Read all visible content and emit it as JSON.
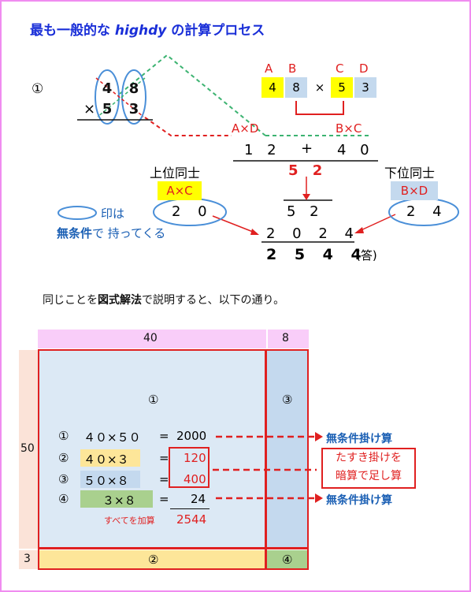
{
  "title": {
    "prefix": "最も一般的な ",
    "italic": "highdy",
    "suffix": " の計算プロセス"
  },
  "top": {
    "step_marker": "①",
    "mult_sign": "×",
    "d_top_left": "4",
    "d_top_right": "8",
    "d_bot_left": "5",
    "d_bot_right": "3",
    "letters": {
      "A": "A",
      "B": "B",
      "C": "C",
      "D": "D"
    },
    "cells": {
      "A": "4",
      "B": "8",
      "x": "×",
      "C": "5",
      "D": "3"
    },
    "axd": "A×D",
    "bxc": "B×C",
    "row_a": "1 2",
    "plus": "+",
    "row_b": "4 0",
    "upper": "上位同士",
    "lower": "下位同士",
    "axc": "A×C",
    "bxd": "B×D",
    "sum52": "5 2",
    "mid52": "5 2",
    "left20": "2 0",
    "right24": "2 4",
    "legend_mark": "印は",
    "legend_text_bold": "無条件",
    "legend_text_rest": "で 持ってくる",
    "r2024": "2 0 2 4",
    "answer": "2 5 4 4",
    "ans_label": "(答)"
  },
  "desc": {
    "pre": "同じことを",
    "bold": "図式解法",
    "post": "で説明すると、以下の通り。"
  },
  "grid": {
    "col1": "40",
    "col2": "8",
    "row1": "50",
    "row2": "3",
    "q1": "①",
    "q2": "②",
    "q3": "③",
    "q4": "④",
    "lines": [
      {
        "mark": "①",
        "expr": "４０×５０",
        "eq": "=",
        "val": "2000"
      },
      {
        "mark": "②",
        "expr": "４０×３",
        "eq": "=",
        "val": "120"
      },
      {
        "mark": "③",
        "expr": "５０×８",
        "eq": "=",
        "val": "400"
      },
      {
        "mark": "④",
        "expr": "３×８",
        "eq": "=",
        "val": "24"
      }
    ],
    "sum_label": "すべてを加算",
    "sum_val": "2544",
    "note1": "無条件掛け算",
    "note2a": "たすき掛けを",
    "note2b": "暗算で足し算",
    "note3": "無条件掛け算"
  },
  "colors": {
    "frame": "#f08cf0",
    "red": "#e02020",
    "blue": "#1a5fb4",
    "pink": "#f9cdf9",
    "beige": "#fbe3d8",
    "lightblue": "#dce9f5",
    "midblue": "#c4d9ee",
    "yellow": "#fde699",
    "green": "#a9d08e"
  }
}
